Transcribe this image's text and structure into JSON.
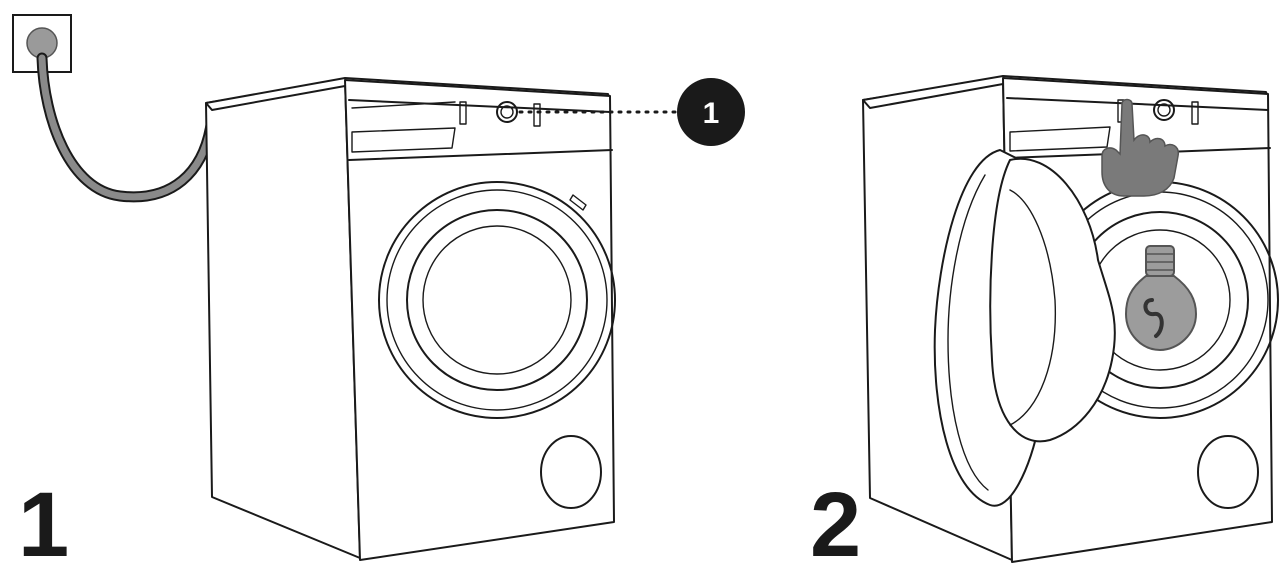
{
  "steps": [
    {
      "number": "1"
    },
    {
      "number": "2"
    }
  ],
  "callout": {
    "label": "1"
  },
  "colors": {
    "line": "#1a1a1a",
    "cable": "#8a8a8a",
    "plug": "#9a9a9a",
    "hand": "#7a7a7a",
    "bulb": "#9c9c9c",
    "callout_fill": "#1a1a1a"
  },
  "icons": [
    "power-outlet-icon",
    "plug-cable-icon",
    "pointing-hand-icon",
    "light-bulb-icon"
  ]
}
